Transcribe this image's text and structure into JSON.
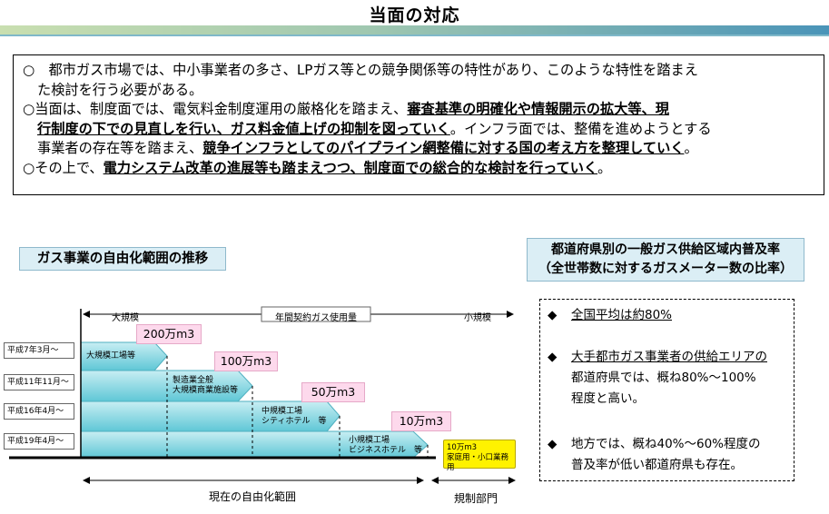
{
  "header": {
    "title": "当面の対応"
  },
  "summary": {
    "p1": "○　都市ガス市場では、中小事業者の多さ、LPガス等との競争関係等の特性があり、このような特性を踏まえ",
    "p1b": "た検討を行う必要がある。",
    "p2_a": "○当面は、制度面では、電気料金制度運用の厳格化を踏まえ、",
    "p2_b": "審査基準の明確化や情報開示の拡大等、現",
    "p2_c": "行制度の下での見直しを行い、ガス料金値上げの抑制を図っていく",
    "p2_d": "。インフラ面では、整備を進めようとする",
    "p2_e": "事業者の存在等を踏まえ、",
    "p2_f": "競争インフラとしてのパイプライン網整備に対する国の考え方を整理していく",
    "p2_g": "。",
    "p3_a": "○その上で、",
    "p3_b": "電力システム改革の進展等も踏まえつつ、制度面での総合的な検討を行っていく",
    "p3_c": "。"
  },
  "left_section": {
    "title": "ガス事業の自由化範囲の推移",
    "scale_large": "大規模",
    "scale_axis": "年間契約ガス使用量",
    "scale_small": "小規模",
    "eras": [
      "平成7年3月～",
      "平成11年11月～",
      "平成16年4月～",
      "平成19年4月～"
    ],
    "volumes": [
      "200万m3",
      "100万m3",
      "50万m3",
      "10万m3"
    ],
    "bar_labels": [
      [
        "大規模工場等"
      ],
      [
        "製造業全般",
        "大規模商業施設等"
      ],
      [
        "中規模工場",
        "シティホテル　等"
      ],
      [
        "小規模工場",
        "ビジネスホテル　等"
      ]
    ],
    "regulated_box": [
      "10万m3",
      "家庭用・小口業務用"
    ],
    "current_range": "現在の自由化範囲",
    "regulated": "規制部門"
  },
  "right_section": {
    "title_line1": "都道府県別の一般ガス供給区域内普及率",
    "title_line2": "（全世帯数に対するガスメーター数の比率）",
    "bullets": [
      {
        "mark": "◆",
        "lines": [
          "全国平均は約80%"
        ]
      },
      {
        "mark": "◆",
        "lines": [
          "大手都市ガス事業者の供給エリアの",
          "都道府県では、概ね80%～100%",
          "程度と高い。"
        ]
      },
      {
        "mark": "◆",
        "lines": [
          "地方では、概ね40%～60%程度の",
          "普及率が低い都道府県も存在。"
        ]
      }
    ]
  }
}
